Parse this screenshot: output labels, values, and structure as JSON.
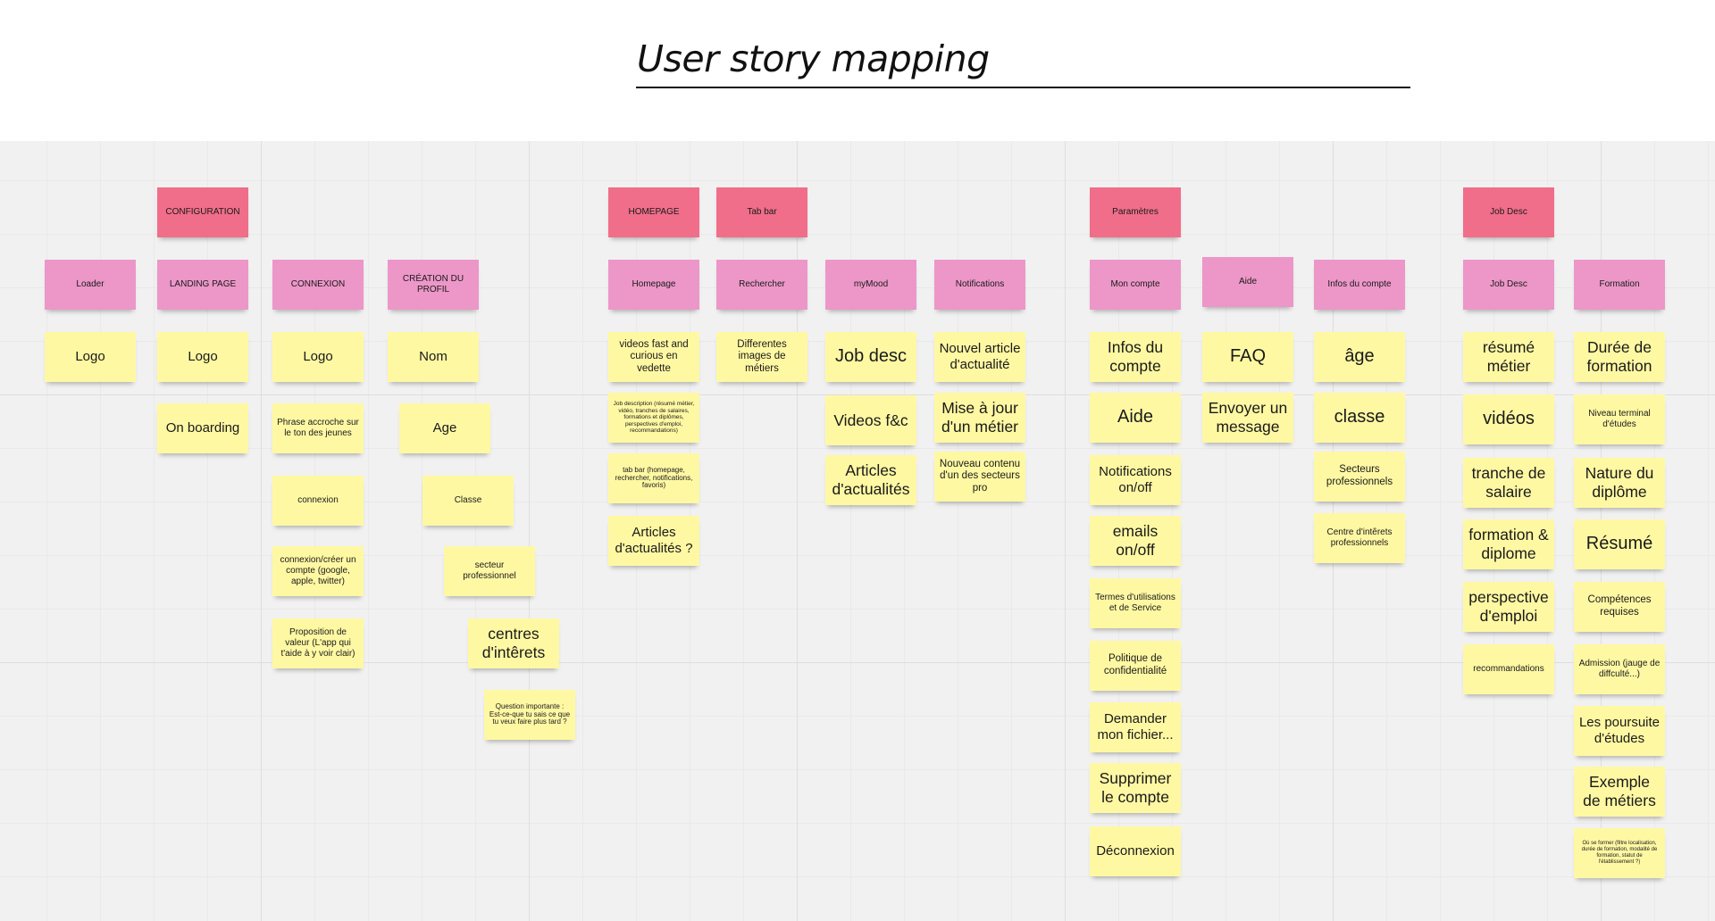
{
  "title": "User story mapping",
  "colors": {
    "red": "#f06e8a",
    "pink": "#ec97c8",
    "yellow": "#fff8a3",
    "board": "#f1f1f1"
  },
  "notes": {
    "n1": "CONFIGURATION",
    "n2": "HOMEPAGE",
    "n3": "Tab bar",
    "n4": "Paramètres",
    "n5": "Job Desc",
    "n6": "Loader",
    "n7": "LANDING PAGE",
    "n8": "CONNEXION",
    "n9": "CRÉATION DU PROFIL",
    "n10": "Homepage",
    "n11": "Rechercher",
    "n12": "myMood",
    "n13": "Notifications",
    "n14": "Mon compte",
    "n15": "Aide",
    "n16": "Infos du compte",
    "n17": "Job Desc",
    "n18": "Formation",
    "n19": "Logo",
    "n20": "Logo",
    "n21": "On boarding",
    "n22": "Logo",
    "n23": "Phrase accroche sur le ton des jeunes",
    "n24": "connexion",
    "n25": "connexion/créer un compte (google, apple, twitter)",
    "n26": "Proposition de valeur (L'app qui t'aide à y voir clair)",
    "n27": "Nom",
    "n28": "Age",
    "n29": "Classe",
    "n30": "secteur professionnel",
    "n31": "centres d'intêrets",
    "n32": "Question importante : Est-ce-que tu sais ce que tu veux faire plus tard ?",
    "n33": "videos fast and curious en vedette",
    "n34": "Job description (résumé métier, vidéo, tranches de salaires, formations et diplômes, perspectives d'emploi, recommandations)",
    "n35": "tab bar (homepage, rechercher, notifications, favoris)",
    "n36": "Articles d'actualités ?",
    "n37": "Differentes images de métiers",
    "n38": "Job desc",
    "n39": "Videos f&c",
    "n40": "Articles d'actualités",
    "n41": "Nouvel article d'actualité",
    "n42": "Mise à jour d'un métier",
    "n43": "Nouveau contenu d'un des secteurs pro",
    "n44": "Infos du compte",
    "n45": "Aide",
    "n46": "Notifications on/off",
    "n47": "emails on/off",
    "n48": "Termes d'utilisations et de Service",
    "n49": "Politique de confidentialité",
    "n50": "Demander mon fichier...",
    "n51": "Supprimer le compte",
    "n52": "Déconnexion",
    "n53": "FAQ",
    "n54": "Envoyer un message",
    "n55": "âge",
    "n56": "classe",
    "n57": "Secteurs professionnels",
    "n58": "Centre d'intêrets professionnels",
    "n59": "résumé métier",
    "n60": "vidéos",
    "n61": "tranche de salaire",
    "n62": "formation & diplome",
    "n63": "perspective d'emploi",
    "n64": "recommandations",
    "n65": "Durée de formation",
    "n66": "Niveau terminal d'études",
    "n67": "Nature du diplôme",
    "n68": "Résumé",
    "n69": "Compétences requises",
    "n70": "Admission (jauge de diffculté...)",
    "n71": "Les poursuite d'études",
    "n72": "Exemple de métiers",
    "n73": "Où se former (filtre localisation, durée de formation, modalité de formation, statut de l'établissement ?)"
  }
}
